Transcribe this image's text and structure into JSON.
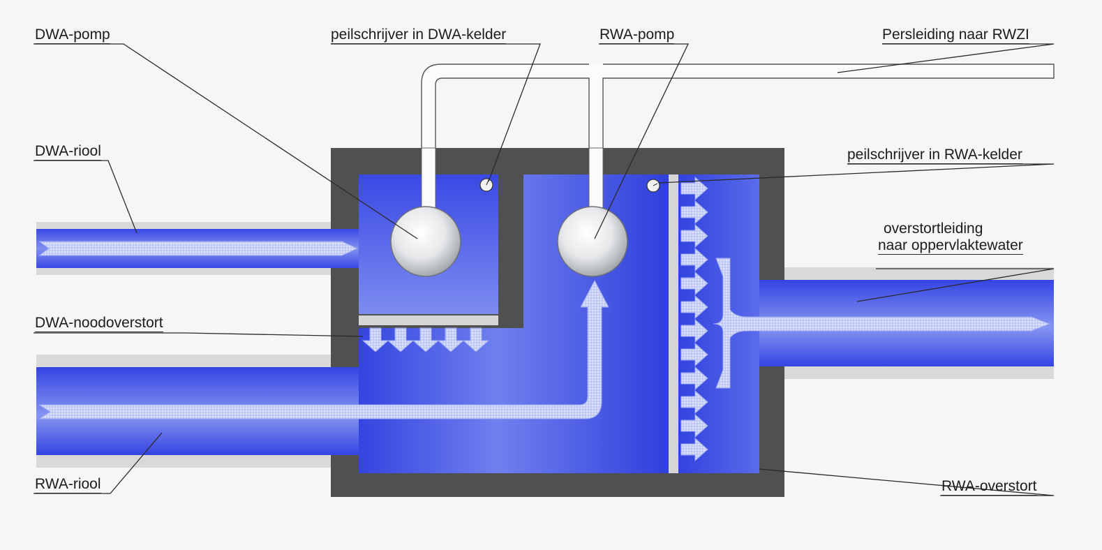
{
  "labels": {
    "dwa_pomp": "DWA-pomp",
    "peil_dwa": "peilschrijver in DWA-kelder",
    "rwa_pomp": "RWA-pomp",
    "persleiding": "Persleiding naar RWZI",
    "dwa_riool": "DWA-riool",
    "peil_rwa": "peilschrijver in RWA-kelder",
    "overstort_1": "overstortleiding",
    "overstort_2": "naar oppervlaktewater",
    "dwa_nood": "DWA-noodoverstort",
    "rwa_riool": "RWA-riool",
    "rwa_overstort": "RWA-overstort"
  },
  "colors": {
    "water": "#2f3fe0",
    "water_light": "#9aa8f2",
    "wall": "#4f4f4f",
    "pipe_wall": "#d9d9d9",
    "background": "#f6f6f4"
  }
}
